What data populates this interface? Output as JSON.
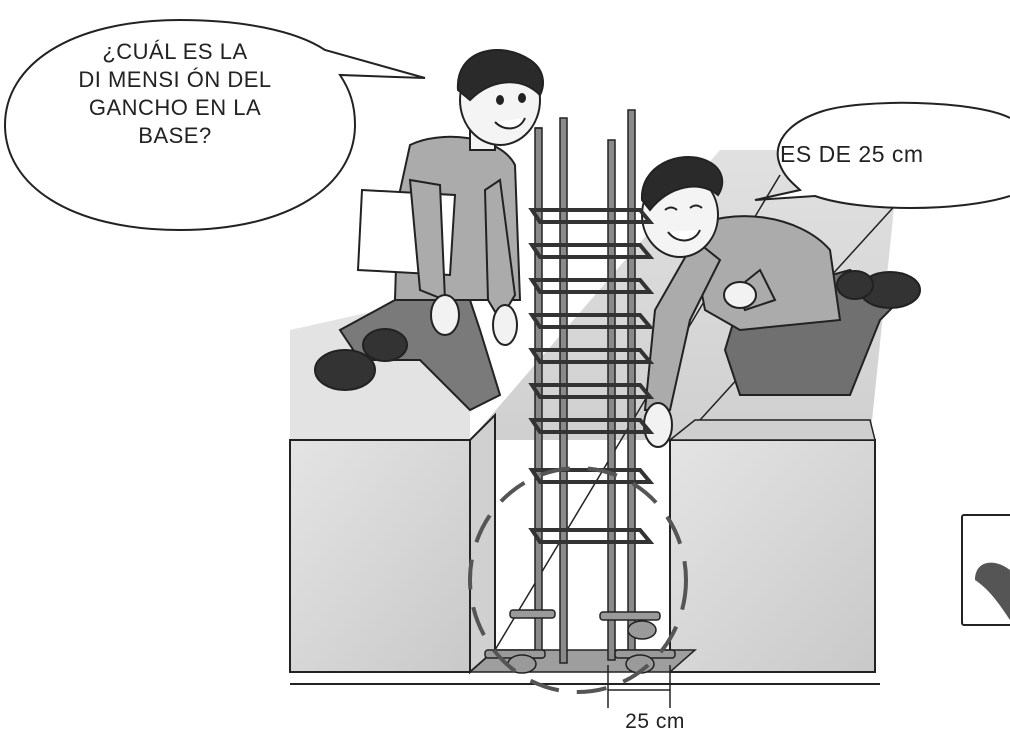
{
  "question_bubble": {
    "lines": [
      "¿CUÁL ES LA",
      "DI MENSI ÓN DEL",
      "GANCHO EN LA",
      "BASE?"
    ]
  },
  "answer_bubble": {
    "text": "ES DE 25 cm"
  },
  "dimension_label": "25 cm",
  "colors": {
    "ink": "#222222",
    "concrete": "#d9d9d9",
    "ground": "#b8b8b8",
    "rebar": "#8a8a8a",
    "shirt": "#a8a8a8",
    "pants": "#707070",
    "hair": "#2a2a2a"
  }
}
